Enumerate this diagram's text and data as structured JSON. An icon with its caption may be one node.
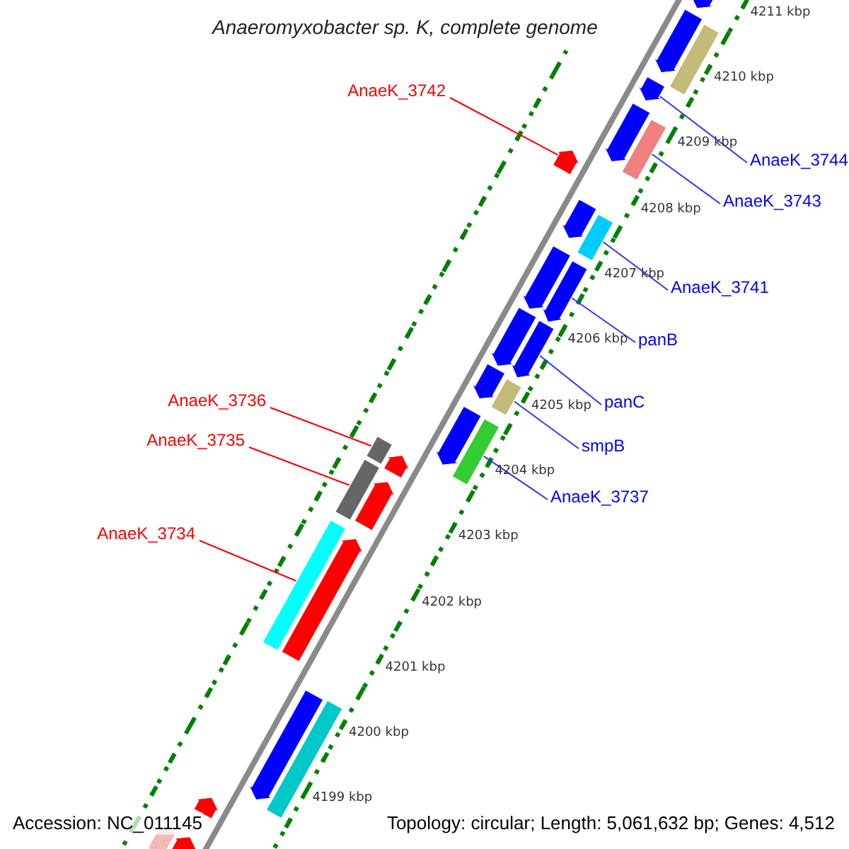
{
  "diagram": {
    "title": "Anaeromyxobacter sp. K, complete genome",
    "nodes": [
      {
        "text": [
          "AnaeK_3742"
        ]
      },
      {
        "text": [
          "AnaeK_3744"
        ]
      },
      {
        "text": [
          "AnaeK_3743"
        ]
      },
      {
        "text": [
          "AnaeK_3741"
        ]
      },
      {
        "text": [
          "panB"
        ]
      },
      {
        "text": [
          "panC"
        ]
      },
      {
        "text": [
          "AnaeK_3736"
        ]
      },
      {
        "text": [
          "smpB"
        ]
      },
      {
        "text": [
          "AnaeK_3735"
        ]
      },
      {
        "text": [
          "AnaeK_3737"
        ]
      },
      {
        "text": [
          "AnaeK_3734"
        ]
      },
      {
        "text": [],
        "shape": "bar"
      },
      {
        "text": [],
        "shape": "bar"
      },
      {
        "text": [],
        "shape": "bar"
      },
      {
        "text": [],
        "shape": "bar"
      },
      {
        "text": [],
        "shape": "bar"
      },
      {
        "text": [],
        "shape": "bar"
      },
      {
        "text": [],
        "shape": "bar"
      },
      {
        "text": [],
        "shape": "bar"
      },
      {
        "text": [],
        "shape": "bar"
      },
      {
        "text": [],
        "shape": "bar"
      },
      {
        "text": [],
        "shape": "bar"
      },
      {
        "text": [],
        "shape": "bar"
      },
      {
        "text": [],
        "shape": "bar"
      },
      {
        "text": [],
        "shape": "bar"
      },
      {
        "text": [],
        "shape": "bar"
      },
      {
        "text": [],
        "shape": "bar"
      },
      {
        "text": [],
        "shape": "bar"
      },
      {
        "text": [],
        "shape": "bar"
      },
      {
        "text": [],
        "shape": "bar"
      },
      {
        "text": [],
        "shape": "bar"
      },
      {
        "text": [],
        "shape": "bar"
      },
      {
        "text": [],
        "shape": "bar"
      },
      {
        "text": [],
        "shape": "bar"
      },
      {
        "text": [],
        "shape": "bar"
      },
      {
        "text": [],
        "shape": "bar"
      },
      {
        "text": [],
        "shape": "bar"
      },
      {
        "text": [],
        "shape": "bar"
      },
      {
        "text": [],
        "shape": "bar"
      }
    ],
    "edges": [
      {
        "from": 0,
        "to": 17,
        "arrow": "none",
        "color": "#ff0000"
      },
      {
        "from": 1,
        "to": 14,
        "arrow": "none"
      },
      {
        "from": 2,
        "to": 16,
        "arrow": "none"
      },
      {
        "from": 3,
        "to": 19,
        "arrow": "none"
      },
      {
        "from": 4,
        "to": 21,
        "arrow": "none"
      },
      {
        "from": 5,
        "to": 23,
        "arrow": "none"
      },
      {
        "from": 6,
        "to": 29,
        "arrow": "none",
        "color": "#ff0000"
      },
      {
        "from": 7,
        "to": 25,
        "arrow": "none"
      },
      {
        "from": 8,
        "to": 31,
        "arrow": "none",
        "color": "#ff0000"
      },
      {
        "from": 9,
        "to": 27,
        "arrow": "none"
      },
      {
        "from": 10,
        "to": 33,
        "arrow": "none",
        "color": "#ff0000"
      }
    ],
    "labels": [
      "4211 kbp",
      "4210 kbp",
      "4209 kbp",
      "4208 kbp",
      "4207 kbp",
      "4206 kbp",
      "4205 kbp",
      "4204 kbp",
      "4203 kbp",
      "4202 kbp",
      "4201 kbp",
      "4200 kbp",
      "4199 kbp",
      "Accession: NC_011145",
      "Topology: circular; Length: 5,061,632 bp; Genes: 4,512"
    ]
  }
}
